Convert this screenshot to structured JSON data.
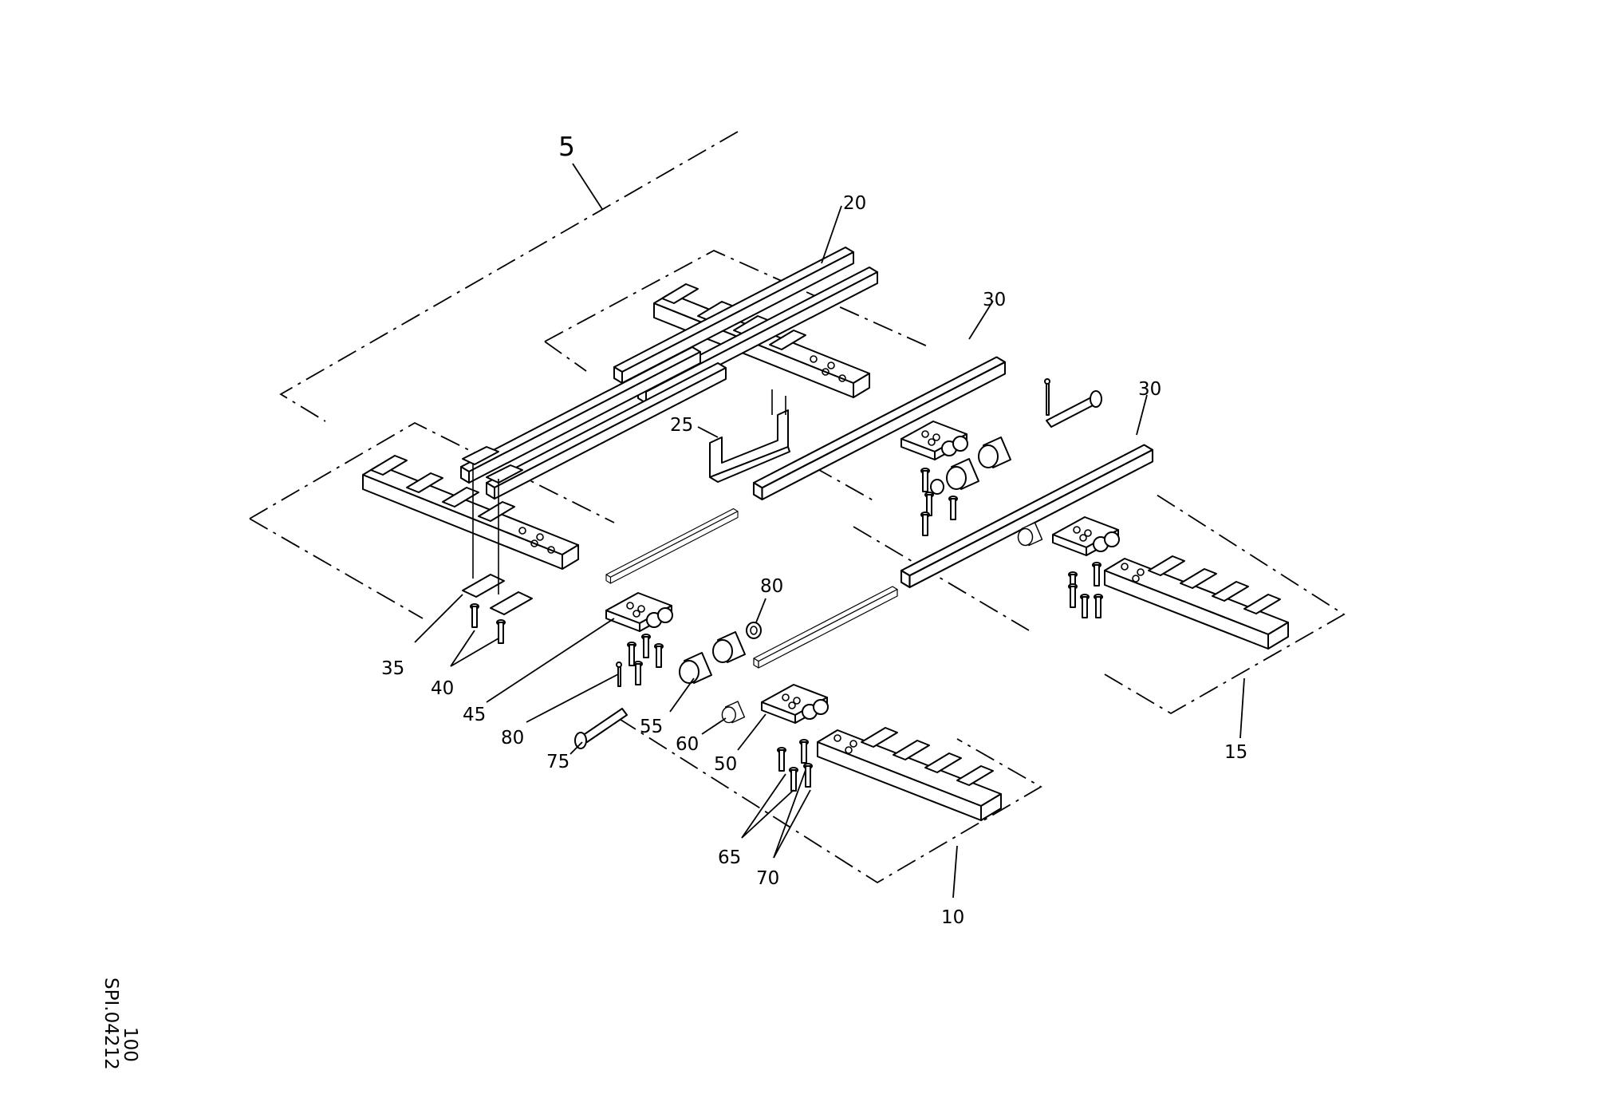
{
  "callouts": {
    "c5": "5",
    "c10": "10",
    "c15": "15",
    "c20": "20",
    "c25": "25",
    "c30a": "30",
    "c30b": "30",
    "c35": "35",
    "c40": "40",
    "c45": "45",
    "c50": "50",
    "c55": "55",
    "c60": "60",
    "c65": "65",
    "c70": "70",
    "c75": "75",
    "c80a": "80",
    "c80b": "80"
  },
  "drawing_code": {
    "line1": "SPI.04212",
    "line2": "100"
  }
}
